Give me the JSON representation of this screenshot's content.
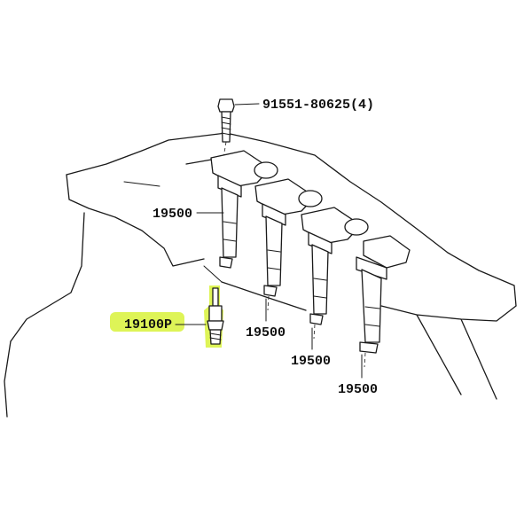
{
  "callouts": {
    "bolt": "91551-80625(4)",
    "coil_1": "19500",
    "coil_2": "19500",
    "coil_3": "19500",
    "coil_4": "19500",
    "spark_plug": "19100P"
  },
  "colors": {
    "highlight": "#d8f23a",
    "ink": "#1a1a1a"
  }
}
